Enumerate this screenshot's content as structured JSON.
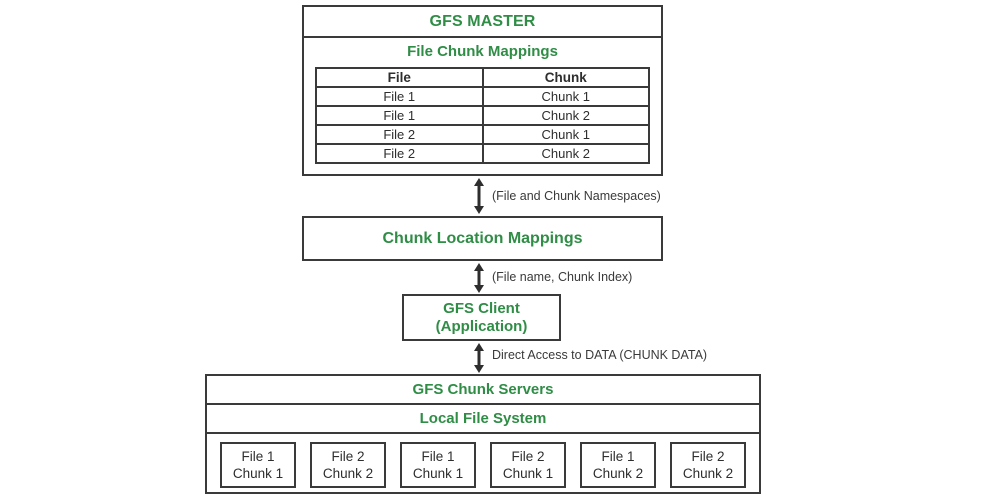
{
  "theme": {
    "accent_green": "#2f8d46",
    "line_dark": "#3a3a3a",
    "text_dark": "#2e2e2e",
    "background": "#ffffff"
  },
  "master": {
    "title": "GFS MASTER",
    "mappings_title": "File Chunk Mappings",
    "table": {
      "headers": [
        "File",
        "Chunk"
      ],
      "rows": [
        [
          "File 1",
          "Chunk 1"
        ],
        [
          "File 1",
          "Chunk 2"
        ],
        [
          "File 2",
          "Chunk 1"
        ],
        [
          "File 2",
          "Chunk 2"
        ]
      ]
    }
  },
  "chunk_location": {
    "title": "Chunk Location Mappings"
  },
  "client": {
    "line1": "GFS Client",
    "line2": "(Application)"
  },
  "chunk_servers": {
    "title": "GFS Chunk Servers",
    "local_fs_title": "Local File System",
    "chunks": [
      {
        "file": "File 1",
        "chunk": "Chunk 1"
      },
      {
        "file": "File 2",
        "chunk": "Chunk 2"
      },
      {
        "file": "File 1",
        "chunk": "Chunk 1"
      },
      {
        "file": "File 2",
        "chunk": "Chunk 1"
      },
      {
        "file": "File 1",
        "chunk": "Chunk 2"
      },
      {
        "file": "File 2",
        "chunk": "Chunk 2"
      }
    ]
  },
  "arrows": [
    {
      "name": "master-to-location",
      "label": "(File and Chunk Namespaces)",
      "icon": "double-headed-vertical-arrow-icon"
    },
    {
      "name": "location-to-client",
      "label": "(File name, Chunk Index)",
      "icon": "double-headed-vertical-arrow-icon"
    },
    {
      "name": "client-to-chunkservers",
      "label": "Direct Access to DATA (CHUNK DATA)",
      "icon": "double-headed-vertical-arrow-icon"
    }
  ]
}
